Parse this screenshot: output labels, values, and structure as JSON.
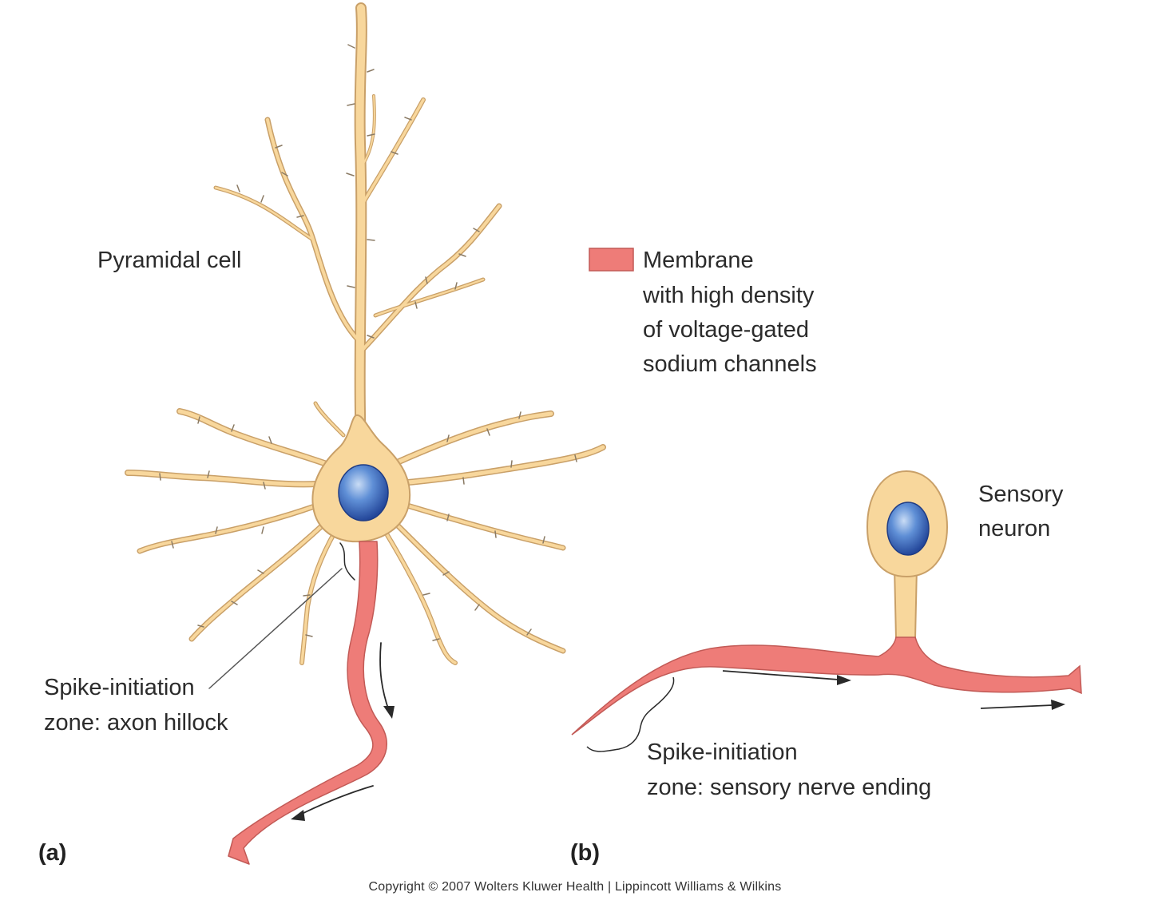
{
  "labels": {
    "pyramidal_cell": "Pyramidal cell",
    "legend_line1": "Membrane",
    "legend_line2": "with high density",
    "legend_line3": "of voltage-gated",
    "legend_line4": "sodium channels",
    "sensory_line1": "Sensory",
    "sensory_line2": "neuron",
    "spike_a_line1": "Spike-initiation",
    "spike_a_line2": "zone: axon hillock",
    "spike_b_line1": "Spike-initiation",
    "spike_b_line2": "zone: sensory nerve ending",
    "panel_a": "(a)",
    "panel_b": "(b)",
    "copyright": "Copyright © 2007 Wolters Kluwer Health | Lippincott Williams & Wilkins"
  },
  "colors": {
    "cell_fill": "#f8d79c",
    "cell_stroke": "#c9a068",
    "membrane_fill": "#ee7c78",
    "membrane_stroke": "#c25a56",
    "nucleus": "#3f6fc4",
    "spine": "#8a7a64"
  }
}
